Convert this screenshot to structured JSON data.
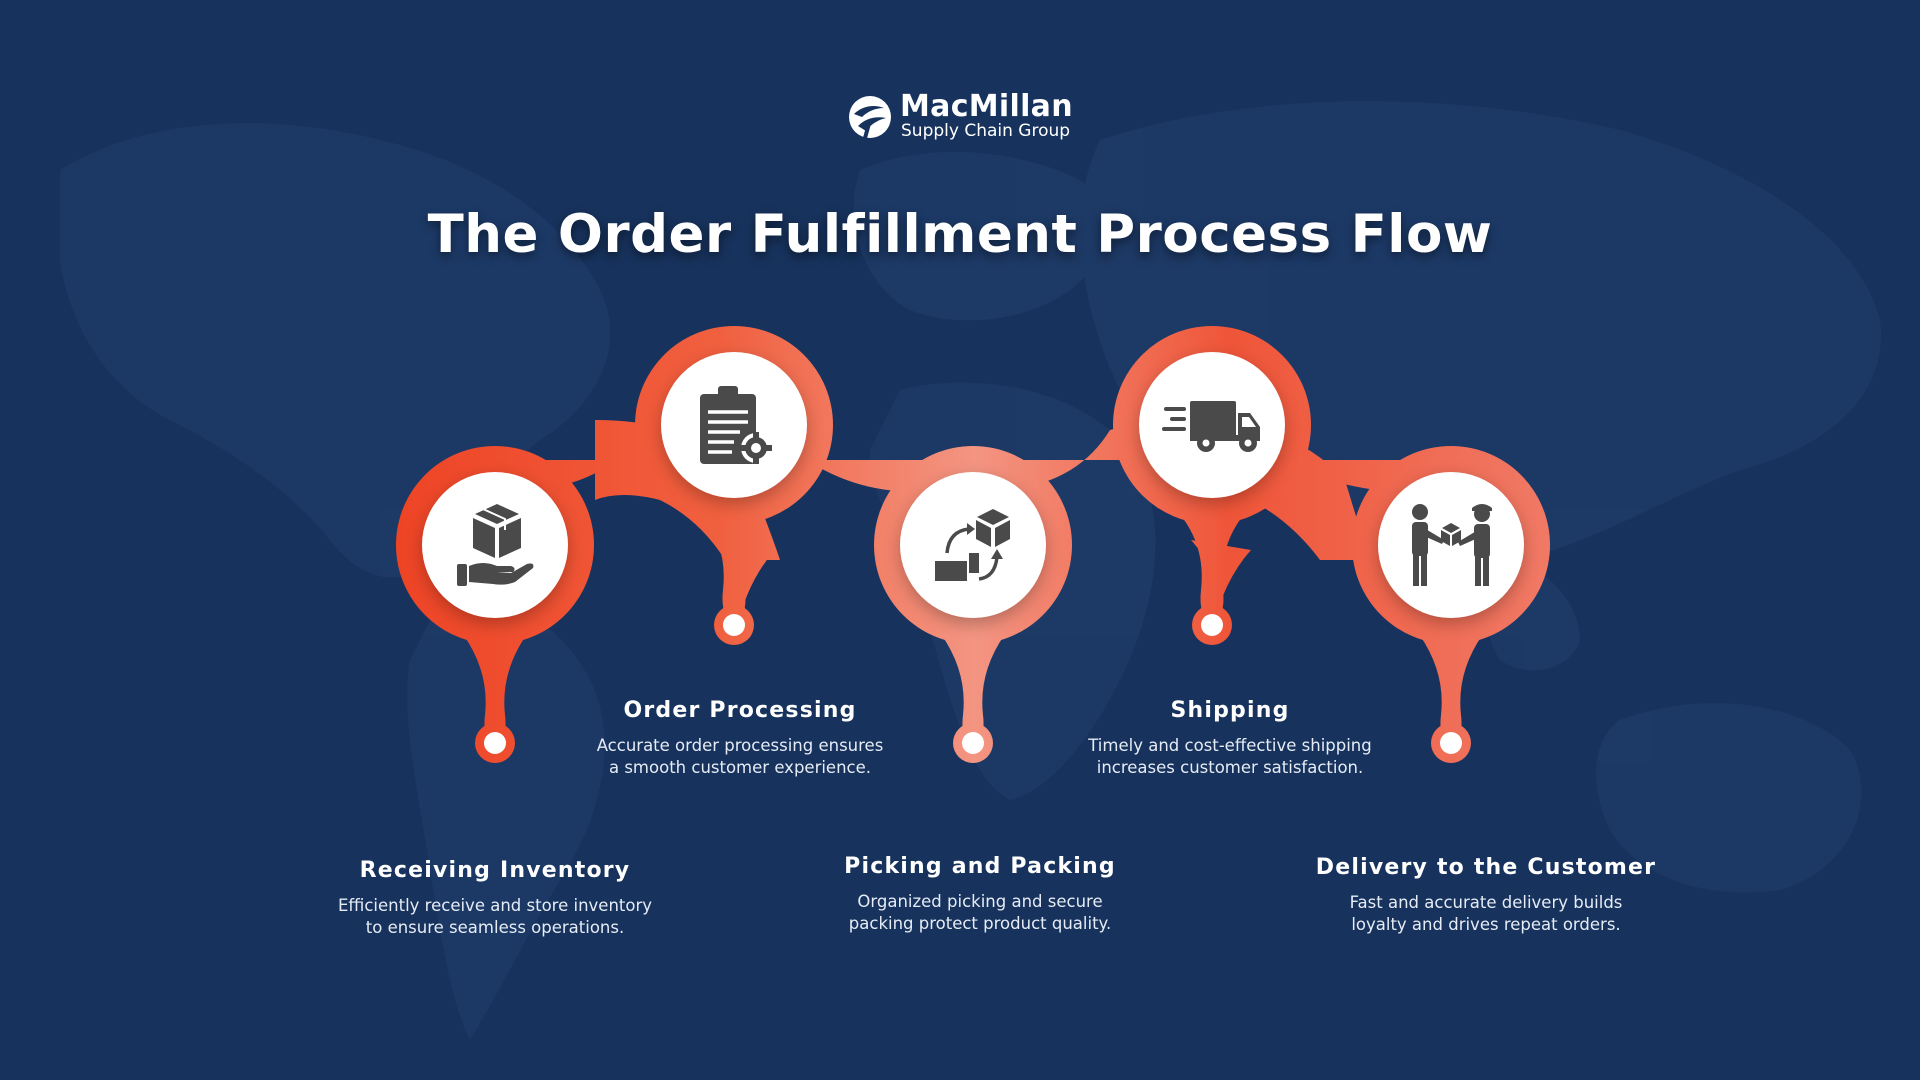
{
  "logo": {
    "name": "MacMillan",
    "subtitle": "Supply Chain Group"
  },
  "title": "The Order Fulfillment Process Flow",
  "steps": [
    {
      "title": "Receiving Inventory",
      "description": "Efficiently receive and store inventory\nto ensure seamless operations.",
      "icon": "hand-box-icon"
    },
    {
      "title": "Order Processing",
      "description": "Accurate order processing ensures\na smooth customer experience.",
      "icon": "clipboard-gear-icon"
    },
    {
      "title": "Picking and Packing",
      "description": "Organized picking and secure\npacking protect product quality.",
      "icon": "box-exchange-icon"
    },
    {
      "title": "Shipping",
      "description": "Timely and cost-effective shipping\nincreases customer satisfaction.",
      "icon": "delivery-truck-icon"
    },
    {
      "title": "Delivery to the Customer",
      "description": "Fast and accurate delivery builds\nloyalty and drives repeat orders.",
      "icon": "handover-package-icon"
    }
  ],
  "colors": {
    "background": "#17325c",
    "accent": "#ee4b2b",
    "accent_light": "#f28b7a",
    "icon": "#4a4a4a"
  }
}
